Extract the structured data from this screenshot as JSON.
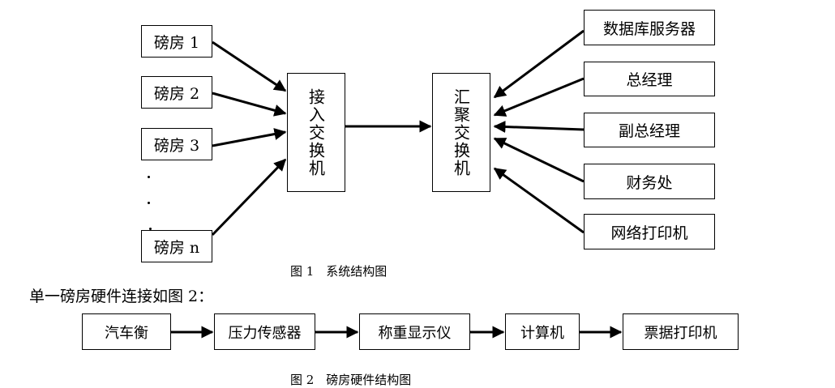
{
  "figure1": {
    "rooms": [
      "磅房 1",
      "磅房 2",
      "磅房 3",
      "磅房 n"
    ],
    "access_switch": "接入交换机",
    "aggregation_switch": "汇聚交换机",
    "right_nodes": [
      "数据库服务器",
      "总经理",
      "副总经理",
      "财务处",
      "网络打印机"
    ],
    "caption": "图 1　系统结构图"
  },
  "paragraph": "单一磅房硬件连接如图 2：",
  "figure2": {
    "chain": [
      "汽车衡",
      "压力传感器",
      "称重显示仪",
      "计算机",
      "票据打印机"
    ],
    "caption": "图 2　磅房硬件结构图"
  }
}
